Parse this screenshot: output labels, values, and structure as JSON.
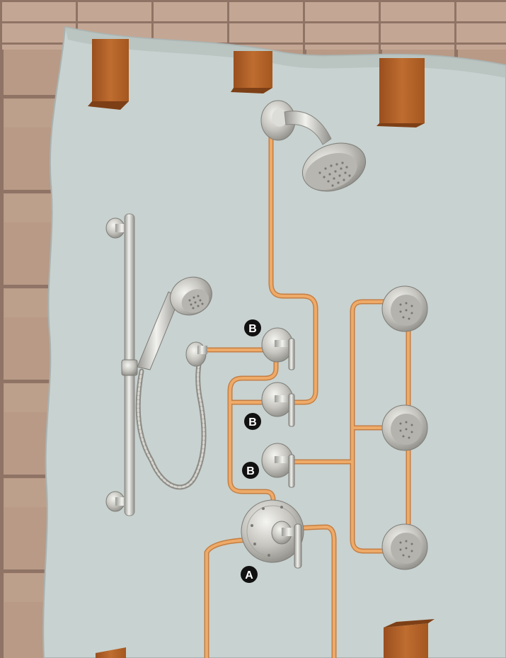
{
  "callouts": {
    "valve_a": "A",
    "volume_1": "B",
    "volume_2": "B",
    "volume_3": "B"
  },
  "colors": {
    "wall_backing": "#c9d3d1",
    "tile": "#b89a86",
    "grout": "#8f7466",
    "stud": "#b0622a",
    "pipe": "#e0a05e",
    "chrome": "#c9c8c2",
    "callout_fill": "#111111"
  },
  "components": [
    "showerhead",
    "handshower",
    "slide-bar",
    "wall-supply-elbow",
    "thermostatic-valve-trim",
    "volume-control-valve",
    "body-spray"
  ]
}
